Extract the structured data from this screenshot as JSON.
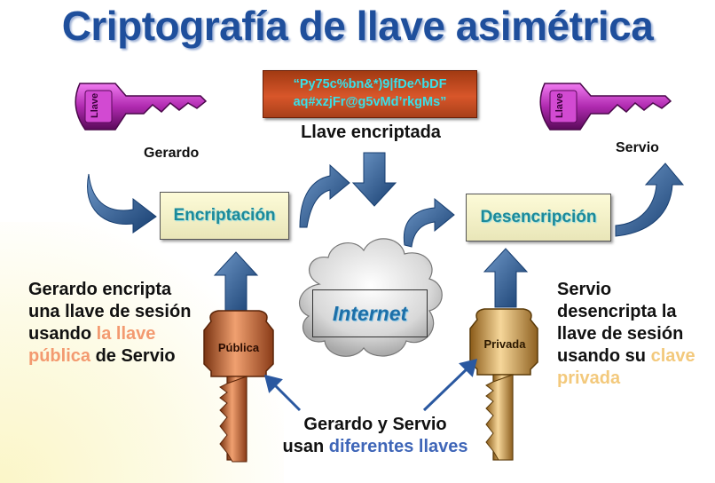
{
  "title": "Criptografía de llave asimétrica",
  "encrypted": {
    "line1": "“Py75c%bn&*)9|fDe^bDF",
    "line2": "aq#xzjFr@g5vMd’rkgMs”",
    "caption": "Llave encriptada"
  },
  "sender": {
    "name": "Gerardo",
    "key_tag": "Llave"
  },
  "receiver": {
    "name": "Servio",
    "key_tag": "Llave"
  },
  "processes": {
    "encrypt": "Encriptación",
    "decrypt": "Desencripción"
  },
  "network": {
    "label": "Internet"
  },
  "keys": {
    "public": "Pública",
    "private": "Privada"
  },
  "left_text": {
    "part1": "Gerardo encripta una llave de sesión usando ",
    "highlight": "la llave pública",
    "part2": " de Servio"
  },
  "right_text": {
    "part1": "Servio desencripta la llave de sesión usando su ",
    "highlight": "clave privada"
  },
  "bottom_text": {
    "part1": "Gerardo y Servio usan ",
    "highlight": "diferentes llaves"
  },
  "colors": {
    "title": "#1f4f9c",
    "encrypted_box": "#c94a20",
    "encrypted_text": "#39e0e8",
    "process_text": "#1c8a9a",
    "arrow": "#1f4f86",
    "magenta_key": "#b02ab0",
    "copper_key": "#c06a3a",
    "brass_key": "#c89a48",
    "highlight_public": "#f39a70",
    "highlight_private": "#f3c97c",
    "highlight_diff": "#3f66b8"
  }
}
